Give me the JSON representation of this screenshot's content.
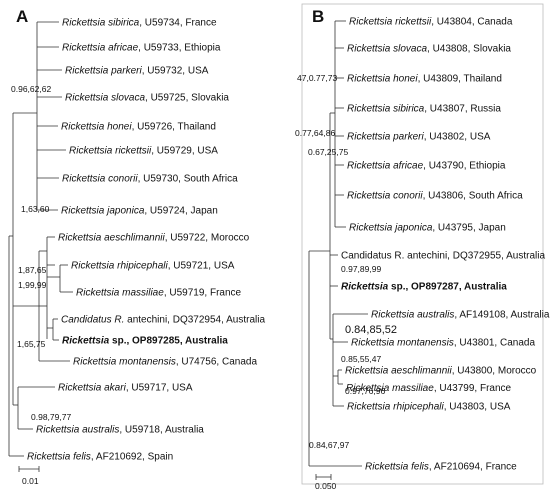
{
  "panels": [
    {
      "label": "A",
      "taxa": [
        {
          "species": "Rickettsia sibirica",
          "rest": ", U59734, France"
        },
        {
          "species": "Rickettsia africae",
          "rest": ", U59733, Ethiopia"
        },
        {
          "species": "Rickettsia parkeri",
          "rest": ", U59732, USA"
        },
        {
          "species": "Rickettsia slovaca",
          "rest": ", U59725, Slovakia"
        },
        {
          "species": "Rickettsia honei",
          "rest": ", U59726, Thailand"
        },
        {
          "species": "Rickettsia rickettsii",
          "rest": ", U59729, USA"
        },
        {
          "species": "Rickettsia conorii",
          "rest": ", U59730, South Africa"
        },
        {
          "species": "Rickettsia japonica",
          "rest": ", U59724, Japan"
        },
        {
          "species": "Rickettsia aeschlimannii",
          "rest": ", U59722, Morocco"
        },
        {
          "species": "Rickettsia rhipicephali",
          "rest": ", U59721, USA"
        },
        {
          "species": "Rickettsia massiliae",
          "rest": ", U59719, France"
        },
        {
          "species": "Candidatus R.",
          "rest": " antechini, DQ372954, Australia",
          "upright": true
        },
        {
          "species": "Rickettsia",
          "rest": " sp., OP897285, Australia",
          "bold": true
        },
        {
          "species": "Rickettsia montanensis",
          "rest": ", U74756, Canada"
        },
        {
          "species": "Rickettsia akari",
          "rest": ", U59717, USA"
        },
        {
          "species": "Rickettsia australis",
          "rest": ", U59718, Australia"
        },
        {
          "species": "Rickettsia felis",
          "rest": ", AF210692, Spain"
        }
      ],
      "node_labels": [
        "0.96,62,62",
        "1,63,60",
        "1,87,65",
        "1,99,99",
        "1,65,75",
        "0.98,79,77"
      ],
      "scale_bar": "0.01"
    },
    {
      "label": "B",
      "taxa": [
        {
          "species": "Rickettsia rickettsii",
          "rest": ", U43804, Canada"
        },
        {
          "species": "Rickettsia slovaca",
          "rest": ", U43808, Slovakia"
        },
        {
          "species": "Rickettsia honei",
          "rest": ", U43809, Thailand"
        },
        {
          "species": "Rickettsia sibirica",
          "rest": ", U43807, Russia"
        },
        {
          "species": "Rickettsia parkeri",
          "rest": ", U43802, USA"
        },
        {
          "species": "Rickettsia africae",
          "rest": ", U43790, Ethiopia"
        },
        {
          "species": "Rickettsia conorii",
          "rest": ", U43806, South Africa"
        },
        {
          "species": "Rickettsia japonica",
          "rest": ", U43795, Japan"
        },
        {
          "species": "Candidatus R.",
          "rest": " antechini, DQ372955, Australia",
          "upright": true
        },
        {
          "species": "Rickettsia",
          "rest": " sp., OP897287, Australia",
          "bold": true
        },
        {
          "species": "Rickettsia australis",
          "rest": ", AF149108, Australia"
        },
        {
          "species": "Rickettsia montanensis",
          "rest": ", U43801, Canada"
        },
        {
          "species": "Rickettsia aeschlimannii",
          "rest": ", U43800, Morocco"
        },
        {
          "species": "Rickettsia massiliae",
          "rest": ", U43799, France"
        },
        {
          "species": "Rickettsia rhipicephali",
          "rest": ", U43803, USA"
        },
        {
          "species": "Rickettsia felis",
          "rest": ", AF210694, France"
        }
      ],
      "node_labels": [
        "47,0.77,73",
        "0.77,64,86",
        "0.67,25,75",
        "0.97,89,99",
        "0.84,85,52",
        "0.85,55,47",
        "0.97,76,96",
        "0.84,67,97"
      ],
      "scale_bar": "0.050"
    }
  ]
}
